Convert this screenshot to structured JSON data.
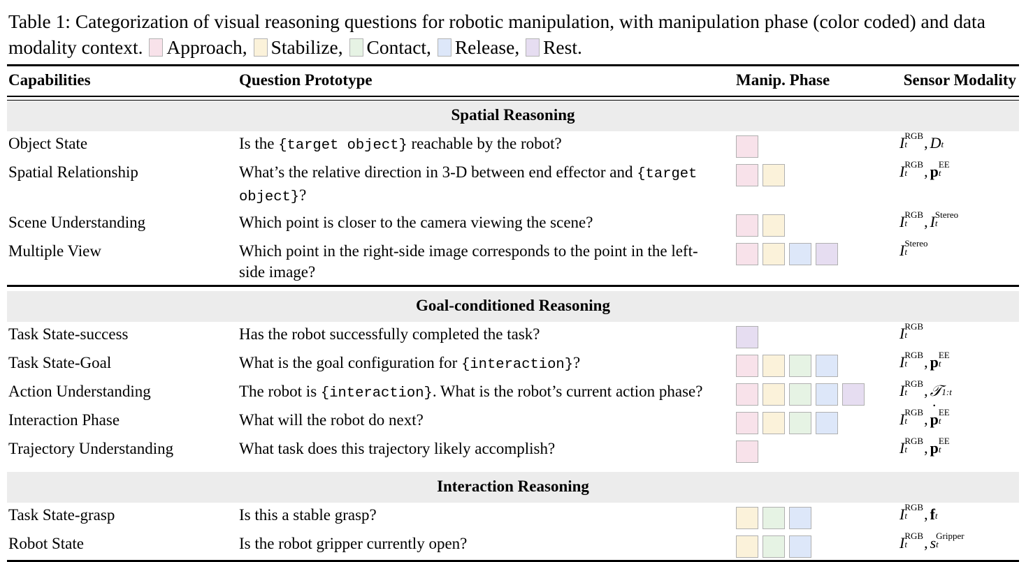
{
  "caption": {
    "prefix": "Table 1: Categorization of visual reasoning questions for robotic manipulation, with manipulation phase (color coded) and data modality context.",
    "legend": [
      {
        "label": "Approach,",
        "color": "#f8e2ea"
      },
      {
        "label": "Stabilize,",
        "color": "#fbf2da"
      },
      {
        "label": "Contact,",
        "color": "#e6f3e4"
      },
      {
        "label": "Release,",
        "color": "#dde7f9"
      },
      {
        "label": "Rest.",
        "color": "#e6ddf1"
      }
    ]
  },
  "phase_colors": {
    "approach": "#f8e2ea",
    "stabilize": "#fbf2da",
    "contact": "#e6f3e4",
    "release": "#dde7f9",
    "rest": "#e6ddf1"
  },
  "columns": {
    "capabilities": "Capabilities",
    "question": "Question Prototype",
    "phase": "Manip. Phase",
    "sensor": "Sensor Modality"
  },
  "sections": [
    {
      "title": "Spatial Reasoning",
      "rows": [
        {
          "capability": "Object State",
          "question_parts": [
            {
              "t": "Is the ",
              "mono": false
            },
            {
              "t": "{target object}",
              "mono": true
            },
            {
              "t": " reachable by the robot?",
              "mono": false
            }
          ],
          "phases": [
            "approach"
          ],
          "sensors": [
            {
              "sym": "I",
              "bold": false,
              "cal": false,
              "sup": "RGB",
              "sub": "t",
              "dot": false
            },
            {
              "sym": "D",
              "bold": false,
              "cal": false,
              "sup": "",
              "sub": "t",
              "dot": false
            }
          ]
        },
        {
          "capability": "Spatial Relationship",
          "question_parts": [
            {
              "t": "What’s the relative direction in 3-D between end effector and ",
              "mono": false
            },
            {
              "t": "{target object}",
              "mono": true
            },
            {
              "t": "?",
              "mono": false
            }
          ],
          "phases": [
            "approach",
            "stabilize"
          ],
          "sensors": [
            {
              "sym": "I",
              "bold": false,
              "cal": false,
              "sup": "RGB",
              "sub": "t",
              "dot": false
            },
            {
              "sym": "p",
              "bold": true,
              "cal": false,
              "sup": "EE",
              "sub": "t",
              "dot": false
            }
          ]
        },
        {
          "capability": "Scene Understanding",
          "question_parts": [
            {
              "t": "Which point is closer to the camera viewing the scene?",
              "mono": false
            }
          ],
          "phases": [
            "approach",
            "stabilize"
          ],
          "sensors": [
            {
              "sym": "I",
              "bold": false,
              "cal": false,
              "sup": "RGB",
              "sub": "t",
              "dot": false
            },
            {
              "sym": "I",
              "bold": false,
              "cal": false,
              "sup": "Stereo",
              "sub": "t",
              "dot": false
            }
          ]
        },
        {
          "capability": "Multiple View",
          "question_parts": [
            {
              "t": "Which point in the right-side image corresponds to the point in the left-side image?",
              "mono": false
            }
          ],
          "phases": [
            "approach",
            "stabilize",
            "release",
            "rest"
          ],
          "sensors": [
            {
              "sym": "I",
              "bold": false,
              "cal": false,
              "sup": "Stereo",
              "sub": "t",
              "dot": false
            }
          ]
        }
      ]
    },
    {
      "title": "Goal-conditioned Reasoning",
      "rows": [
        {
          "capability": "Task State-success",
          "question_parts": [
            {
              "t": "Has the robot successfully completed the task?",
              "mono": false
            }
          ],
          "phases": [
            "rest"
          ],
          "sensors": [
            {
              "sym": "I",
              "bold": false,
              "cal": false,
              "sup": "RGB",
              "sub": "t",
              "dot": false
            }
          ]
        },
        {
          "capability": "Task State-Goal",
          "question_parts": [
            {
              "t": "What is the goal configuration for ",
              "mono": false
            },
            {
              "t": "{interaction}",
              "mono": true
            },
            {
              "t": "?",
              "mono": false
            }
          ],
          "phases": [
            "approach",
            "stabilize",
            "contact",
            "release"
          ],
          "sensors": [
            {
              "sym": "I",
              "bold": false,
              "cal": false,
              "sup": "RGB",
              "sub": "t",
              "dot": false
            },
            {
              "sym": "p",
              "bold": true,
              "cal": false,
              "sup": "EE",
              "sub": "t",
              "dot": false
            }
          ]
        },
        {
          "capability": "Action Understanding",
          "question_parts": [
            {
              "t": "The robot is ",
              "mono": false
            },
            {
              "t": "{interaction}",
              "mono": true
            },
            {
              "t": ". What is the robot’s current action phase?",
              "mono": false
            }
          ],
          "phases": [
            "approach",
            "stabilize",
            "contact",
            "release",
            "rest"
          ],
          "sensors": [
            {
              "sym": "I",
              "bold": false,
              "cal": false,
              "sup": "RGB",
              "sub": "t",
              "dot": false
            },
            {
              "sym": "𝒯",
              "bold": false,
              "cal": true,
              "sup": "",
              "sub": "1:t",
              "dot": false
            }
          ]
        },
        {
          "capability": "Interaction Phase",
          "question_parts": [
            {
              "t": "What will the robot do next?",
              "mono": false
            }
          ],
          "phases": [
            "approach",
            "stabilize",
            "contact",
            "release"
          ],
          "sensors": [
            {
              "sym": "I",
              "bold": false,
              "cal": false,
              "sup": "RGB",
              "sub": "t",
              "dot": false
            },
            {
              "sym": "p",
              "bold": true,
              "cal": false,
              "sup": "EE",
              "sub": "t",
              "dot": true
            }
          ]
        },
        {
          "capability": "Trajectory Understanding",
          "question_parts": [
            {
              "t": "What task does this trajectory likely accomplish?",
              "mono": false
            }
          ],
          "phases": [
            "approach"
          ],
          "sensors": [
            {
              "sym": "I",
              "bold": false,
              "cal": false,
              "sup": "RGB",
              "sub": "t",
              "dot": false
            },
            {
              "sym": "p",
              "bold": true,
              "cal": false,
              "sup": "EE",
              "sub": "t",
              "dot": false
            }
          ]
        }
      ]
    },
    {
      "title": "Interaction Reasoning",
      "rows": [
        {
          "capability": "Task State-grasp",
          "question_parts": [
            {
              "t": "Is this a stable grasp?",
              "mono": false
            }
          ],
          "phases": [
            "stabilize",
            "contact",
            "release"
          ],
          "sensors": [
            {
              "sym": "I",
              "bold": false,
              "cal": false,
              "sup": "RGB",
              "sub": "t",
              "dot": false
            },
            {
              "sym": "f",
              "bold": true,
              "cal": false,
              "sup": "",
              "sub": "t",
              "dot": false
            }
          ]
        },
        {
          "capability": "Robot State",
          "question_parts": [
            {
              "t": "Is the robot gripper currently open?",
              "mono": false
            }
          ],
          "phases": [
            "stabilize",
            "contact",
            "release"
          ],
          "sensors": [
            {
              "sym": "I",
              "bold": false,
              "cal": false,
              "sup": "RGB",
              "sub": "t",
              "dot": false
            },
            {
              "sym": "s",
              "bold": false,
              "cal": false,
              "sup": "Gripper",
              "sub": "t",
              "dot": false
            }
          ]
        }
      ]
    }
  ]
}
